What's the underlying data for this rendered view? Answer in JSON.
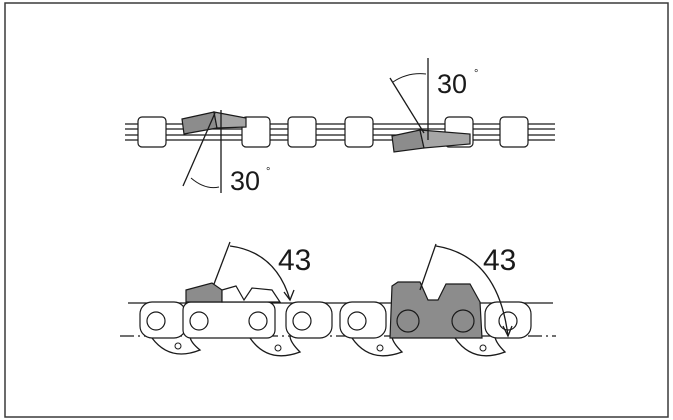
{
  "top_diagram": {
    "left_angle_label": "30",
    "right_angle_label": "30",
    "degree_mark": "°"
  },
  "bottom_diagram": {
    "left_angle_label": "43",
    "right_angle_label": "43"
  },
  "colors": {
    "frame": "#3a3a3a",
    "line": "#1a1a1a",
    "cutter_fill": "#8c8c8c",
    "background": "#ffffff"
  }
}
